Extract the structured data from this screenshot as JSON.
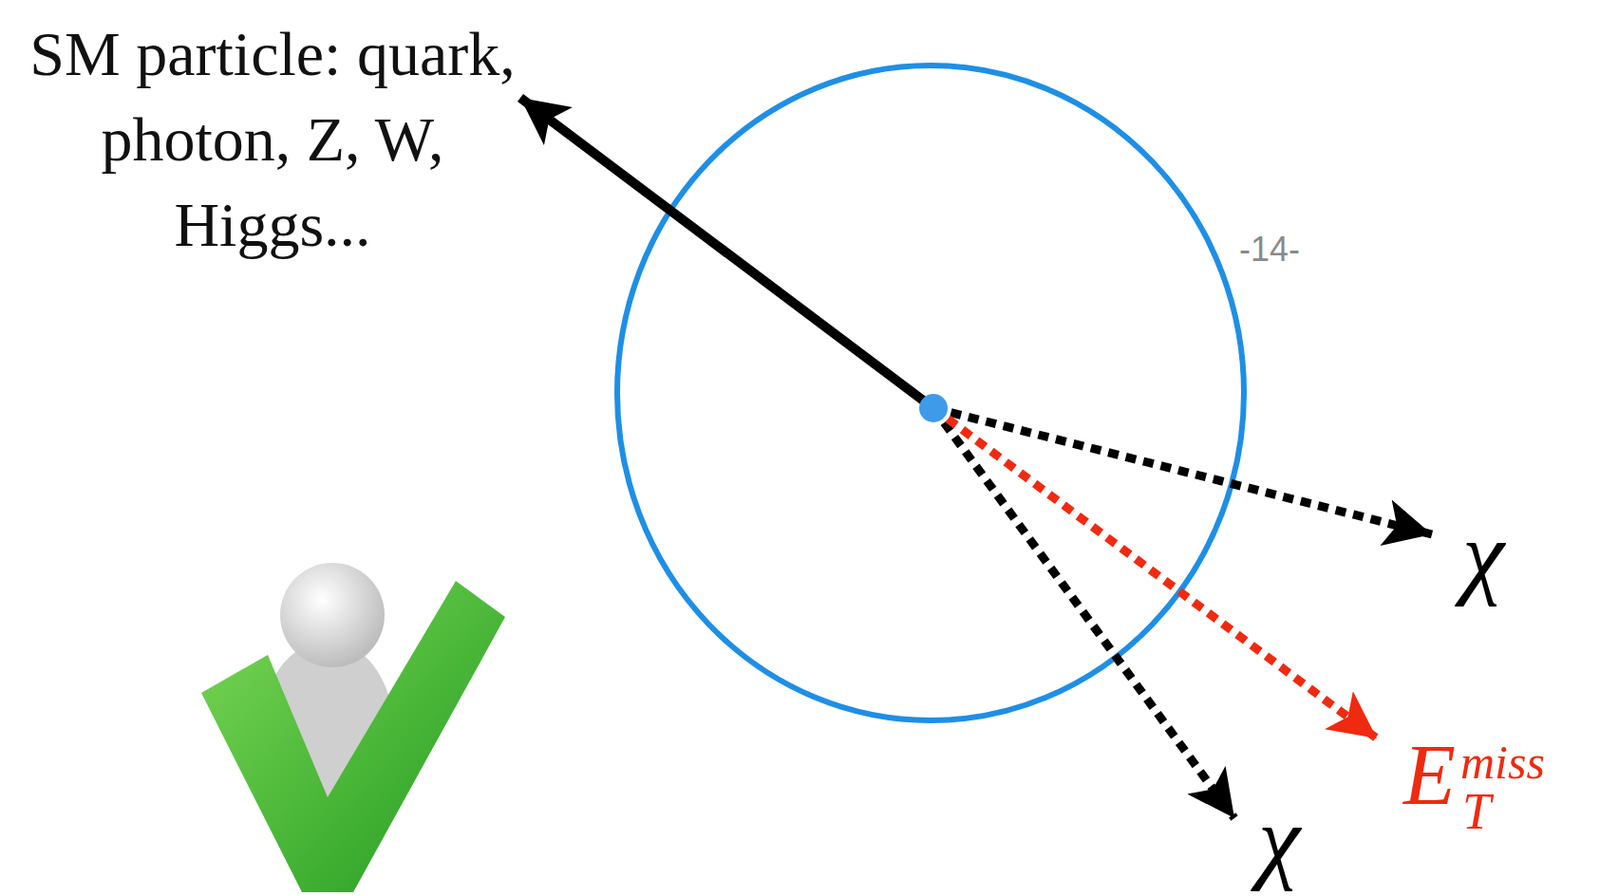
{
  "diagram": {
    "labels": [
      "SM particle: quark, photon, Z, W, Higgs...",
      "-14-",
      "χ",
      "χ",
      "E",
      "T",
      "miss"
    ]
  }
}
